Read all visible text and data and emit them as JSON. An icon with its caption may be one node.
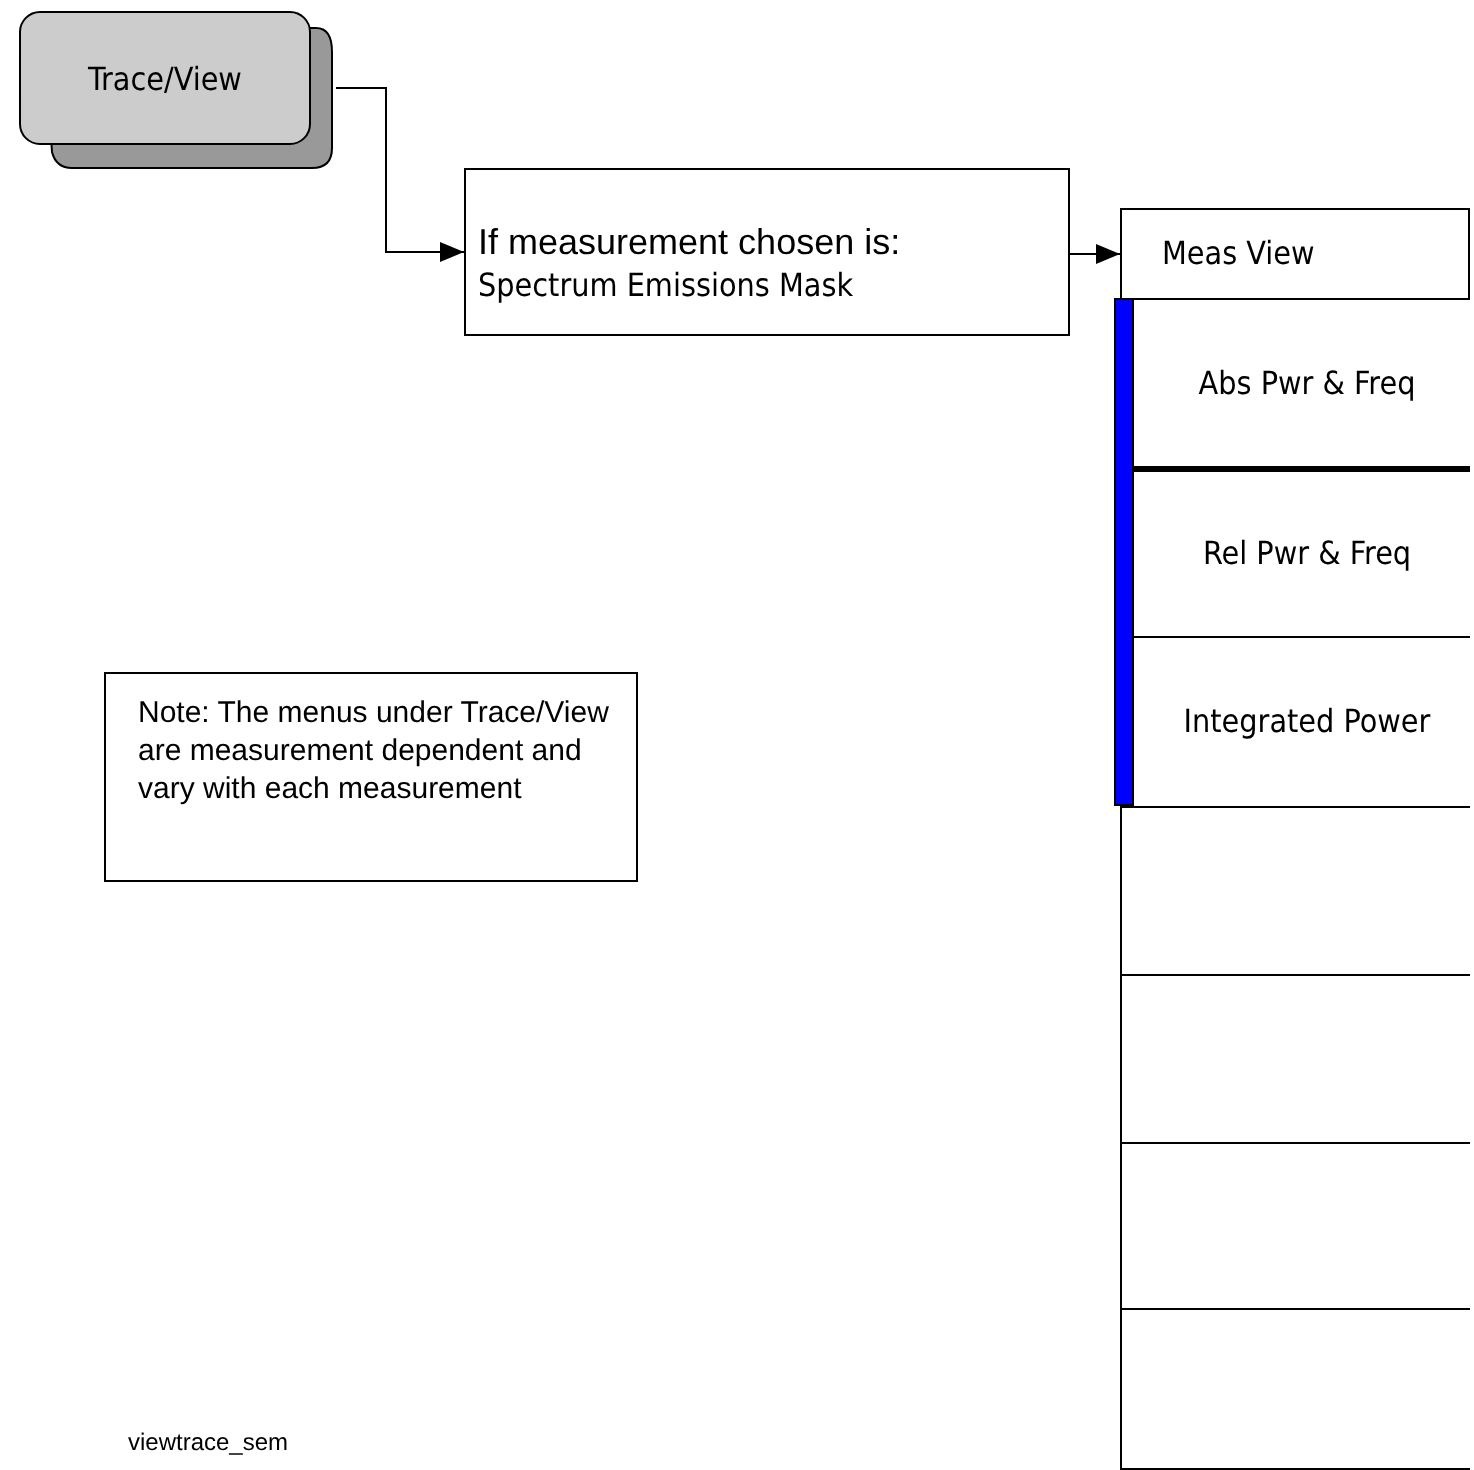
{
  "diagram": {
    "nodes": [
      {
        "text": [
          "Trace/View"
        ]
      },
      {
        "text": [
          "If measurement chosen is:",
          "Spectrum Emissions Mask"
        ]
      },
      {
        "text": [
          "Meas View"
        ]
      },
      {
        "text": [
          "Abs Pwr & Freq"
        ],
        "in": 2
      },
      {
        "text": [
          "Rel Pwr & Freq"
        ],
        "in": 2
      },
      {
        "text": [
          "Integrated Power"
        ],
        "in": 2
      },
      {
        "text": [],
        "shape": "box",
        "in": 2
      },
      {
        "text": [],
        "shape": "box",
        "in": 2
      },
      {
        "text": [],
        "shape": "box",
        "in": 2
      },
      {
        "text": [],
        "shape": "box",
        "in": 2
      },
      {
        "text": [
          "Note: The menus under Trace/View are measurement dependent and vary with each measurement"
        ]
      }
    ],
    "edges": [
      {
        "from": 0,
        "to": 1,
        "arrow": "to"
      },
      {
        "from": 1,
        "to": 2,
        "arrow": "to"
      }
    ],
    "labels": [
      "viewtrace_sem"
    ]
  }
}
